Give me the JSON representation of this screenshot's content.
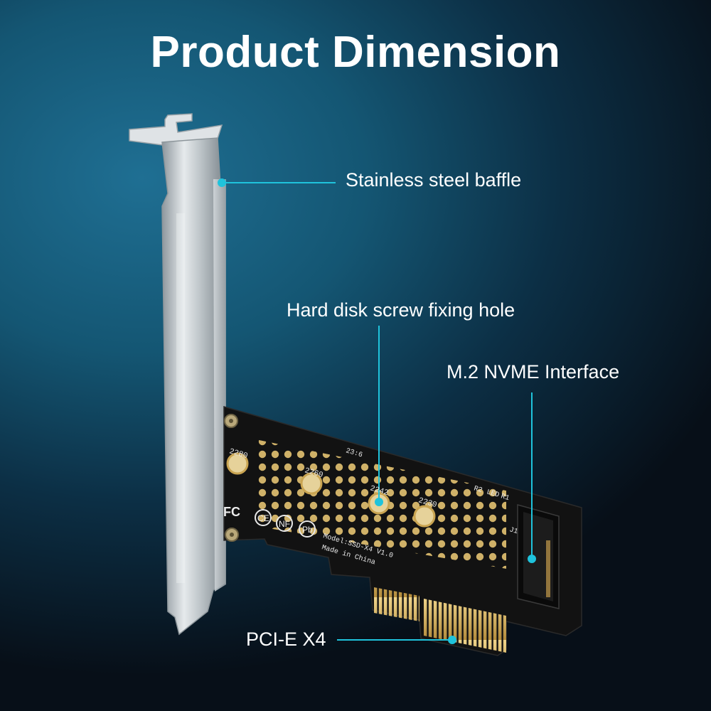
{
  "title": "Product Dimension",
  "callouts": {
    "baffle": "Stainless steel baffle",
    "screw_hole": "Hard disk screw fixing hole",
    "m2_interface": "M.2 NVME Interface",
    "pcie": "PCI-E X4"
  },
  "board_markings": {
    "size_2280": "2280",
    "size_2260": "2260",
    "size_2242": "2242",
    "size_2230": "2230",
    "model": "Model:SSD-X4 V1.0",
    "origin": "Made in China",
    "r2": "R2",
    "led": "LED",
    "r1": "R1",
    "j1": "J1",
    "code": "23:6"
  },
  "colors": {
    "accent_line": "#1fc3dc",
    "pcb": "#121212",
    "gold": "#d8b465",
    "steel": "#c9cfd3"
  }
}
